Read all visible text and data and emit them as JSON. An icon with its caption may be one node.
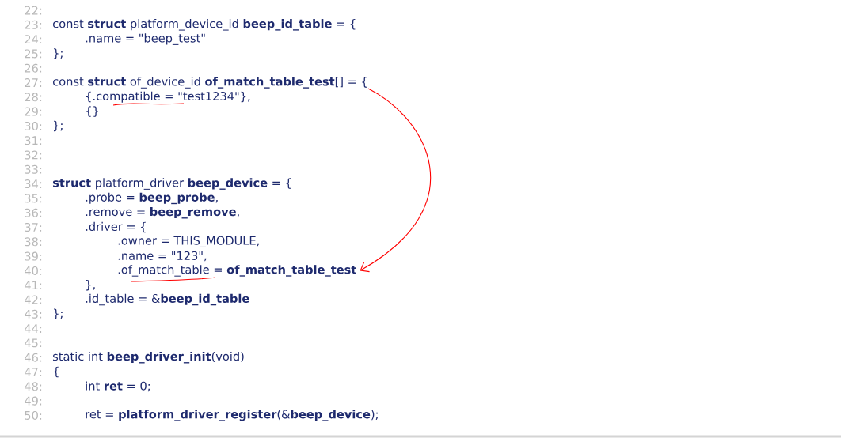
{
  "diagram": {
    "nodes": [
      {
        "text": [
          "const **struct** of_device_id **of_match_table_test**[] = {"
        ]
      },
      {
        "text": [
          ".of_match_table = **of_match_table_test**"
        ]
      }
    ],
    "edges": [
      {
        "from": 0,
        "to": 1,
        "arrow": "to",
        "color": "#ff0000"
      }
    ],
    "labels": [
      "22:",
      "23:",
      "const **struct** platform_device_id **beep_id_table** = {",
      "24:",
      ".name = \"beep_test\"",
      "25:",
      "};",
      "26:",
      "27:",
      "28:",
      "{.compatible = \"test1234\"},",
      "29:",
      "{}",
      "30:",
      "};",
      "31:",
      "32:",
      "33:",
      "34:",
      "**struct** platform_driver **beep_device** = {",
      "35:",
      ".probe = **beep_probe**,",
      "36:",
      ".remove = **beep_remove**,",
      "37:",
      ".driver = {",
      "38:",
      ".owner = THIS_MODULE,",
      "39:",
      ".name = \"123\",",
      "40:",
      "41:",
      "},",
      "42:",
      ".id_table = &**beep_id_table**",
      "43:",
      "};",
      "44:",
      "45:",
      "46:",
      "static int **beep_driver_init**(void)",
      "47:",
      "{",
      "48:",
      "int **ret** = 0;",
      "49:",
      "50:",
      "ret = **platform_driver_register**(&**beep_device**);"
    ]
  }
}
